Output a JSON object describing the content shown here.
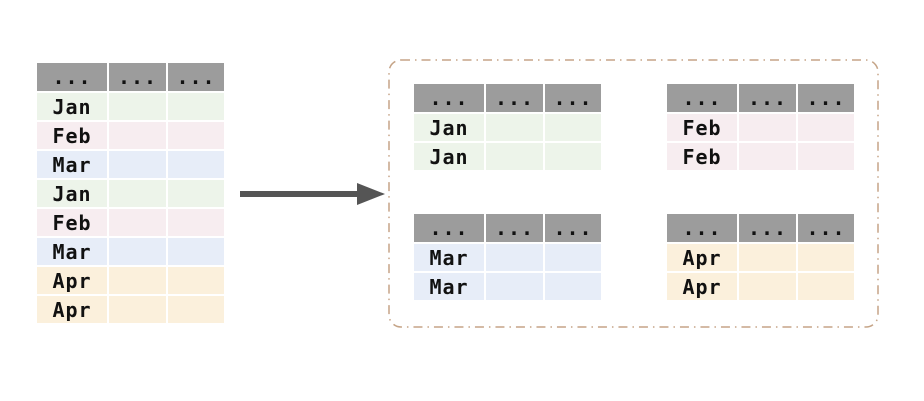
{
  "colors": {
    "jan": "#edf4ea",
    "feb": "#f7edf0",
    "mar": "#e7edf8",
    "apr": "#fbf0dc",
    "header_bg": "#9c9c9c",
    "cell_text": "#111111",
    "arrow": "#555555",
    "container_border": "#c5a487"
  },
  "tables": {
    "source": {
      "header": [
        "...",
        "...",
        "..."
      ],
      "rows": [
        {
          "label": "Jan",
          "month": "jan"
        },
        {
          "label": "Feb",
          "month": "feb"
        },
        {
          "label": "Mar",
          "month": "mar"
        },
        {
          "label": "Jan",
          "month": "jan"
        },
        {
          "label": "Feb",
          "month": "feb"
        },
        {
          "label": "Mar",
          "month": "mar"
        },
        {
          "label": "Apr",
          "month": "apr"
        },
        {
          "label": "Apr",
          "month": "apr"
        }
      ]
    },
    "groups": [
      {
        "id": "jan",
        "header": [
          "...",
          "...",
          "..."
        ],
        "rows": [
          {
            "label": "Jan",
            "month": "jan"
          },
          {
            "label": "Jan",
            "month": "jan"
          }
        ]
      },
      {
        "id": "feb",
        "header": [
          "...",
          "...",
          "..."
        ],
        "rows": [
          {
            "label": "Feb",
            "month": "feb"
          },
          {
            "label": "Feb",
            "month": "feb"
          }
        ]
      },
      {
        "id": "mar",
        "header": [
          "...",
          "...",
          "..."
        ],
        "rows": [
          {
            "label": "Mar",
            "month": "mar"
          },
          {
            "label": "Mar",
            "month": "mar"
          }
        ]
      },
      {
        "id": "apr",
        "header": [
          "...",
          "...",
          "..."
        ],
        "rows": [
          {
            "label": "Apr",
            "month": "apr"
          },
          {
            "label": "Apr",
            "month": "apr"
          }
        ]
      }
    ]
  }
}
